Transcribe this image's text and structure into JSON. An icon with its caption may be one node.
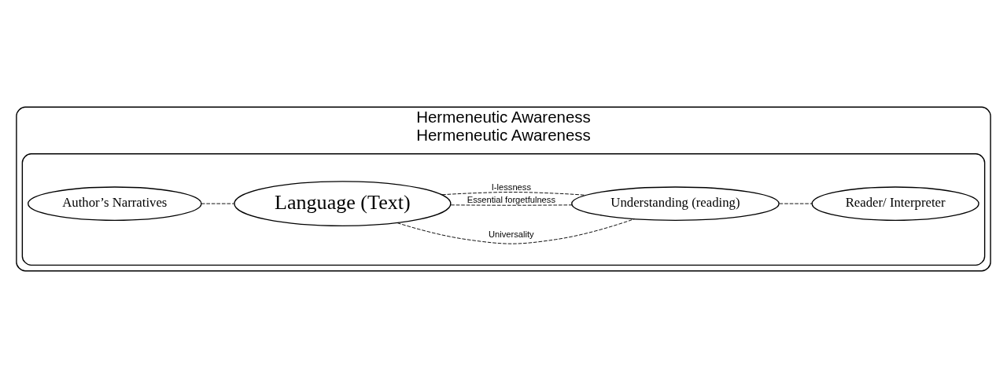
{
  "diagram": {
    "nodes": [
      {
        "text": [
          "Hermeneutic Awareness",
          "Hermeneutic Awareness"
        ]
      },
      {
        "text": [],
        "shape": "ellipse",
        "in": 0
      },
      {
        "text": [
          "Author’s Narratives"
        ],
        "in": 1
      },
      {
        "text": [
          "Language (Text)"
        ],
        "in": 1
      },
      {
        "text": [
          "Understanding (reading)"
        ],
        "in": 1
      },
      {
        "text": [
          "Reader/ Interpreter"
        ],
        "in": 1
      }
    ],
    "edges": [
      {
        "from": 2,
        "to": 3,
        "arrow": "none",
        "style": "dashed"
      },
      {
        "from": 3,
        "to": 4,
        "arrow": "none",
        "style": "dashed",
        "label": "Universality"
      },
      {
        "from": 3,
        "to": 4,
        "arrow": "none",
        "style": "dashed",
        "label": "Essential forgetfulness"
      },
      {
        "from": 3,
        "to": 4,
        "arrow": "none",
        "style": "dashed",
        "label": "I-lessness"
      },
      {
        "from": 4,
        "to": 5,
        "arrow": "none",
        "style": "dashed"
      }
    ]
  }
}
